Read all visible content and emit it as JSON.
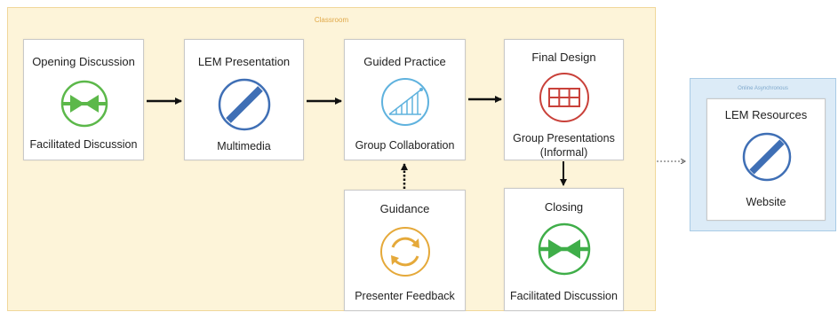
{
  "regions": {
    "classroom_label": "Classroom",
    "online_label": "Online Asynchronous"
  },
  "nodes": {
    "opening": {
      "title": "Opening Discussion",
      "subtitle": "Facilitated Discussion",
      "icon": "converging-arrows-icon",
      "color": "#5cb84a"
    },
    "lem": {
      "title": "LEM Presentation",
      "subtitle": "Multimedia",
      "icon": "slash-circle-icon",
      "color": "#3f6fb5"
    },
    "guided": {
      "title": "Guided Practice",
      "subtitle": "Group Collaboration",
      "icon": "ramp-chart-icon",
      "color": "#5fb2de"
    },
    "final": {
      "title": "Final Design",
      "subtitle_line1": "Group Presentations",
      "subtitle_line2": "(Informal)",
      "icon": "grid-icon",
      "color": "#c9413a"
    },
    "guidance": {
      "title": "Guidance",
      "subtitle": "Presenter Feedback",
      "icon": "cycle-icon",
      "color": "#e5a93a"
    },
    "closing": {
      "title": "Closing",
      "subtitle": "Facilitated Discussion",
      "icon": "converging-arrows-icon",
      "color": "#3fae49"
    },
    "resources": {
      "title": "LEM Resources",
      "subtitle": "Website",
      "icon": "slash-circle-icon",
      "color": "#3f6fb5"
    }
  }
}
